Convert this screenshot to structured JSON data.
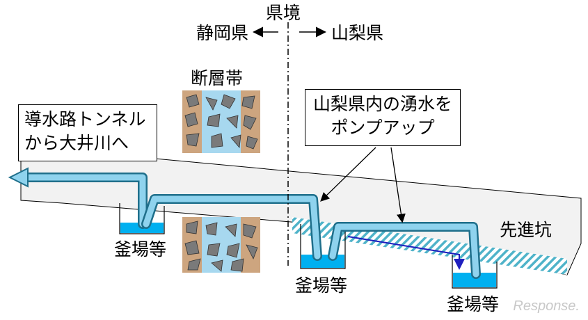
{
  "diagram": {
    "border_label": "県境",
    "left_pref": "静岡県",
    "right_pref": "山梨県",
    "fault_zone": "断層帯",
    "tunnel_box": [
      "導水路トンネル",
      "から大井川へ"
    ],
    "pump_box": [
      "山梨県内の湧水を",
      "ポンプアップ"
    ],
    "pilot_tunnel": "先進坑",
    "pit_label_1": "釜場等",
    "pit_label_2": "釜場等",
    "pit_label_3": "釜場等",
    "watermark": "Response."
  },
  "colors": {
    "pipe_fill": "#8fd3ee",
    "pipe_stroke": "#1f6f8b",
    "water": "#00b0f0",
    "tunnel": "#f2f2f2",
    "hatch": "#4fb3c9",
    "flow_arrow": "#1f1fbf"
  }
}
